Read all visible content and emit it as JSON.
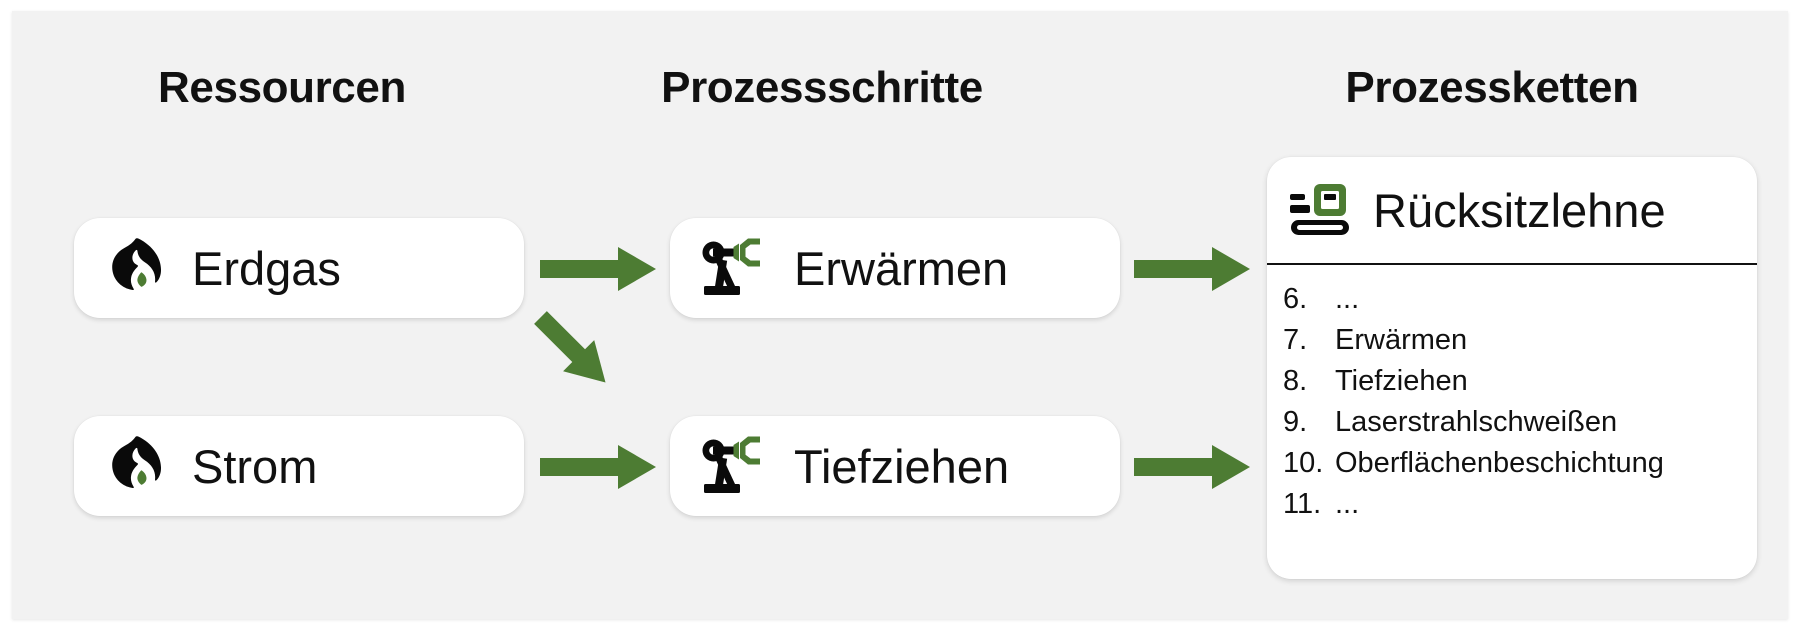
{
  "columns": {
    "resources_title": "Ressourcen",
    "steps_title": "Prozessschritte",
    "chains_title": "Prozessketten"
  },
  "resources": [
    {
      "label": "Erdgas",
      "icon": "flame-icon"
    },
    {
      "label": "Strom",
      "icon": "flame-icon"
    }
  ],
  "process_steps": [
    {
      "label": "Erwärmen",
      "icon": "robot-arm-icon"
    },
    {
      "label": "Tiefziehen",
      "icon": "robot-arm-icon"
    }
  ],
  "process_chain": {
    "title": "Rücksitzlehne",
    "icon": "product-scale-icon",
    "items": [
      {
        "number": "6.",
        "text": "..."
      },
      {
        "number": "7.",
        "text": "Erwärmen"
      },
      {
        "number": "8.",
        "text": "Tiefziehen"
      },
      {
        "number": "9.",
        "text": "Laserstrahlschweißen"
      },
      {
        "number": "10.",
        "text": "Oberflächenbeschichtung"
      },
      {
        "number": "11.",
        "text": "..."
      }
    ]
  },
  "arrows": [
    {
      "name": "arrow-erdgas-erwaermen",
      "direction": "right"
    },
    {
      "name": "arrow-erdgas-tiefziehen",
      "direction": "diagonal-down-right"
    },
    {
      "name": "arrow-strom-tiefziehen",
      "direction": "right"
    },
    {
      "name": "arrow-erwaermen-chain",
      "direction": "right"
    },
    {
      "name": "arrow-tiefziehen-chain",
      "direction": "right"
    }
  ],
  "colors": {
    "accent_green": "#4d7c33",
    "panel_background": "#f2f2f2",
    "card_background": "#ffffff",
    "text": "#111111"
  }
}
